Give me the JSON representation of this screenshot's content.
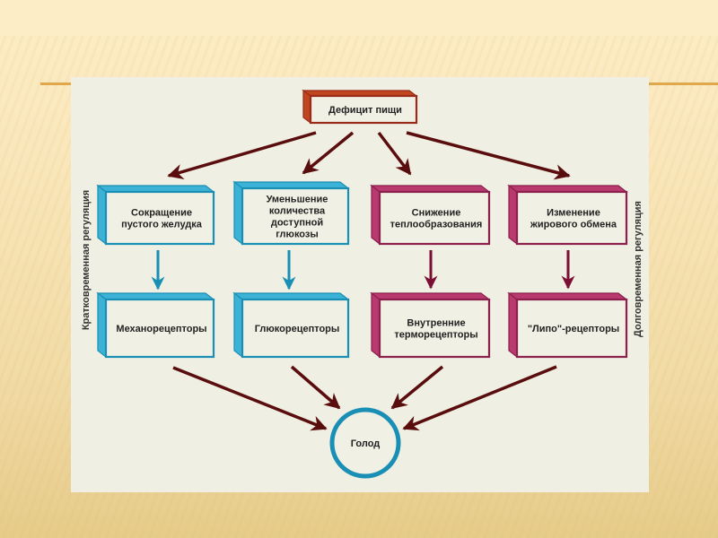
{
  "diagram": {
    "colors": {
      "background_slide": "#fcedc6",
      "panel": "#efefe3",
      "accent_rule": "#e0a84a",
      "root_border": "#9a2b1a",
      "root_side": "#c0461f",
      "blue_border": "#1a8fb5",
      "blue_side": "#3cb2d6",
      "magenta_border": "#8c1f4c",
      "magenta_side": "#b83a6e",
      "arrow_dark": "#5a0d0d",
      "arrow_blue": "#1a8fb5",
      "arrow_magenta": "#7a0f33",
      "circle": "#1a8fb5"
    },
    "root": {
      "id": "deficit",
      "lines": [
        "Дефицит  пищи"
      ]
    },
    "side_labels": {
      "left": "Кратковременная  регуляция",
      "right": "Долговременная  регуляция"
    },
    "level1": [
      {
        "id": "stomach",
        "group": "short",
        "lines": [
          "Сокращение",
          "пустого  желудка"
        ]
      },
      {
        "id": "glucose",
        "group": "short",
        "lines": [
          "Уменьшение",
          "количества",
          "доступной",
          "глюкозы"
        ]
      },
      {
        "id": "heat",
        "group": "long",
        "lines": [
          "Снижение",
          "теплообразования"
        ]
      },
      {
        "id": "fat",
        "group": "long",
        "lines": [
          "Изменение",
          "жирового  обмена"
        ]
      }
    ],
    "level2": [
      {
        "id": "mechano",
        "group": "short",
        "lines": [
          "Механорецепторы"
        ]
      },
      {
        "id": "gluco",
        "group": "short",
        "lines": [
          "Глюкорецепторы"
        ]
      },
      {
        "id": "thermo",
        "group": "long",
        "lines": [
          "Внутренние",
          "терморецепторы"
        ]
      },
      {
        "id": "lipo",
        "group": "long",
        "lines": [
          "\"Липо\"-рецепторы"
        ]
      }
    ],
    "sink": {
      "id": "hunger",
      "label": "Голод"
    },
    "edges": [
      {
        "from": "deficit",
        "to": "stomach"
      },
      {
        "from": "deficit",
        "to": "glucose"
      },
      {
        "from": "deficit",
        "to": "heat"
      },
      {
        "from": "deficit",
        "to": "fat"
      },
      {
        "from": "stomach",
        "to": "mechano"
      },
      {
        "from": "glucose",
        "to": "gluco"
      },
      {
        "from": "heat",
        "to": "thermo"
      },
      {
        "from": "fat",
        "to": "lipo"
      },
      {
        "from": "mechano",
        "to": "hunger"
      },
      {
        "from": "gluco",
        "to": "hunger"
      },
      {
        "from": "thermo",
        "to": "hunger"
      },
      {
        "from": "lipo",
        "to": "hunger"
      }
    ]
  }
}
